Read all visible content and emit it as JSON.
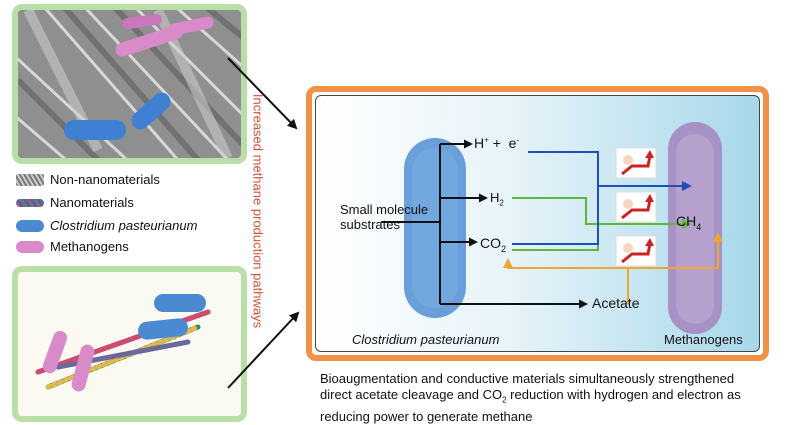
{
  "legend": {
    "items": [
      {
        "label": "Non-nanomaterials",
        "italic": false
      },
      {
        "label": "Nanomaterials",
        "italic": false
      },
      {
        "label": "Clostridium pasteurianum",
        "italic": true
      },
      {
        "label": "Methanogens",
        "italic": false
      }
    ]
  },
  "side_label": "Increased methane production pathways",
  "diagram": {
    "hplus": "H",
    "hplus_sup": "+",
    "plus": "+",
    "electron": "e",
    "electron_sup": "-",
    "h2_base": "H",
    "h2_sub": "2",
    "co2_base": "CO",
    "co2_sub": "2",
    "substrates_line1": "Small molecule",
    "substrates_line2": "substrates",
    "acetate": "Acetate",
    "ch4_base": "CH",
    "ch4_sub": "4",
    "clostridium_label": "Clostridium pasteurianum",
    "methanogens_label": "Methanogens"
  },
  "caption": {
    "line1": "Bioaugmentation and conductive materials simultaneously strengthened",
    "line2_pre": "direct acetate cleavage and CO",
    "line2_sub": "2",
    "line2_post": " reduction  with hydrogen and electron as",
    "line3": "reducing power to generate methane"
  },
  "colors": {
    "panel_border": "#b9dea7",
    "main_border": "#f0924a",
    "side_label": "#d8503a",
    "electron_path": "#1f4fb8",
    "hydrogen_path": "#5cb83a",
    "acetate_path": "#f2a531",
    "bacterium": "#4a8ad0",
    "methanogen": "#a58ac0"
  }
}
